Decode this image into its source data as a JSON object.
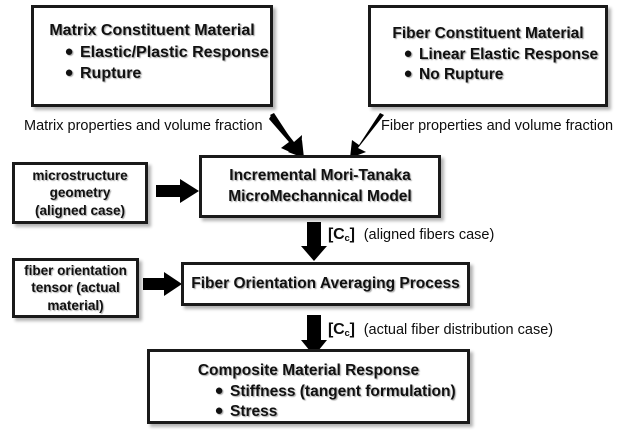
{
  "diagram": {
    "title": "Incremental Mori-Tanaka micromechanical modeling flowchart",
    "boxes": {
      "matrix_constituent": {
        "title": "Matrix Constituent Material",
        "bullets": [
          "Elastic/Plastic Response",
          "Rupture"
        ]
      },
      "fiber_constituent": {
        "title": "Fiber Constituent Material",
        "bullets": [
          "Linear Elastic Response",
          "No Rupture"
        ]
      },
      "microstructure_geometry": {
        "lines": [
          "microstructure",
          "geometry",
          "(aligned case)"
        ]
      },
      "mori_tanaka_model": {
        "lines": [
          "Incremental Mori-Tanaka",
          "MicroMechannical Model"
        ]
      },
      "fiber_orientation_tensor": {
        "lines": [
          "fiber orientation",
          "tensor (actual",
          "material)"
        ]
      },
      "fiber_orientation_averaging": {
        "lines": [
          "Fiber Orientation Averaging Process"
        ]
      },
      "composite_response": {
        "title": "Composite Material Response",
        "bullets": [
          "Stiffness (tangent formulation)",
          "Stress"
        ]
      }
    },
    "labels": {
      "matrix_properties": "Matrix properties and volume fraction",
      "fiber_properties": "Fiber properties and volume fraction",
      "cc_symbol": "[C",
      "cc_subscript": "c",
      "cc_symbol_close": "]",
      "cc_aligned_note": "(aligned fibers case)",
      "cc_actual_note": "(actual fiber distribution case)"
    },
    "colors": {
      "box_border": "#1a1a1a",
      "box_fill": "#ffffff",
      "text": "#111111",
      "arrow": "#000000",
      "background": "#ffffff"
    }
  }
}
